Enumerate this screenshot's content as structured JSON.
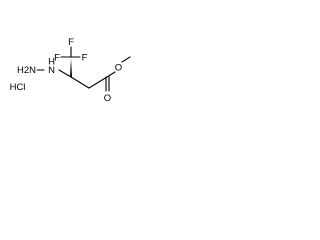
{
  "molecule": {
    "atoms": {
      "f_top": "F",
      "f_left": "F",
      "f_right": "F",
      "hydrazine": "H2N",
      "hydrazine_nh": "H",
      "hydrazine_n": "N",
      "salt": "HCl",
      "ester_o": "O",
      "carbonyl_o": "O"
    },
    "colors": {
      "bond": "#000000",
      "text": "#000000",
      "background": "#ffffff"
    }
  }
}
